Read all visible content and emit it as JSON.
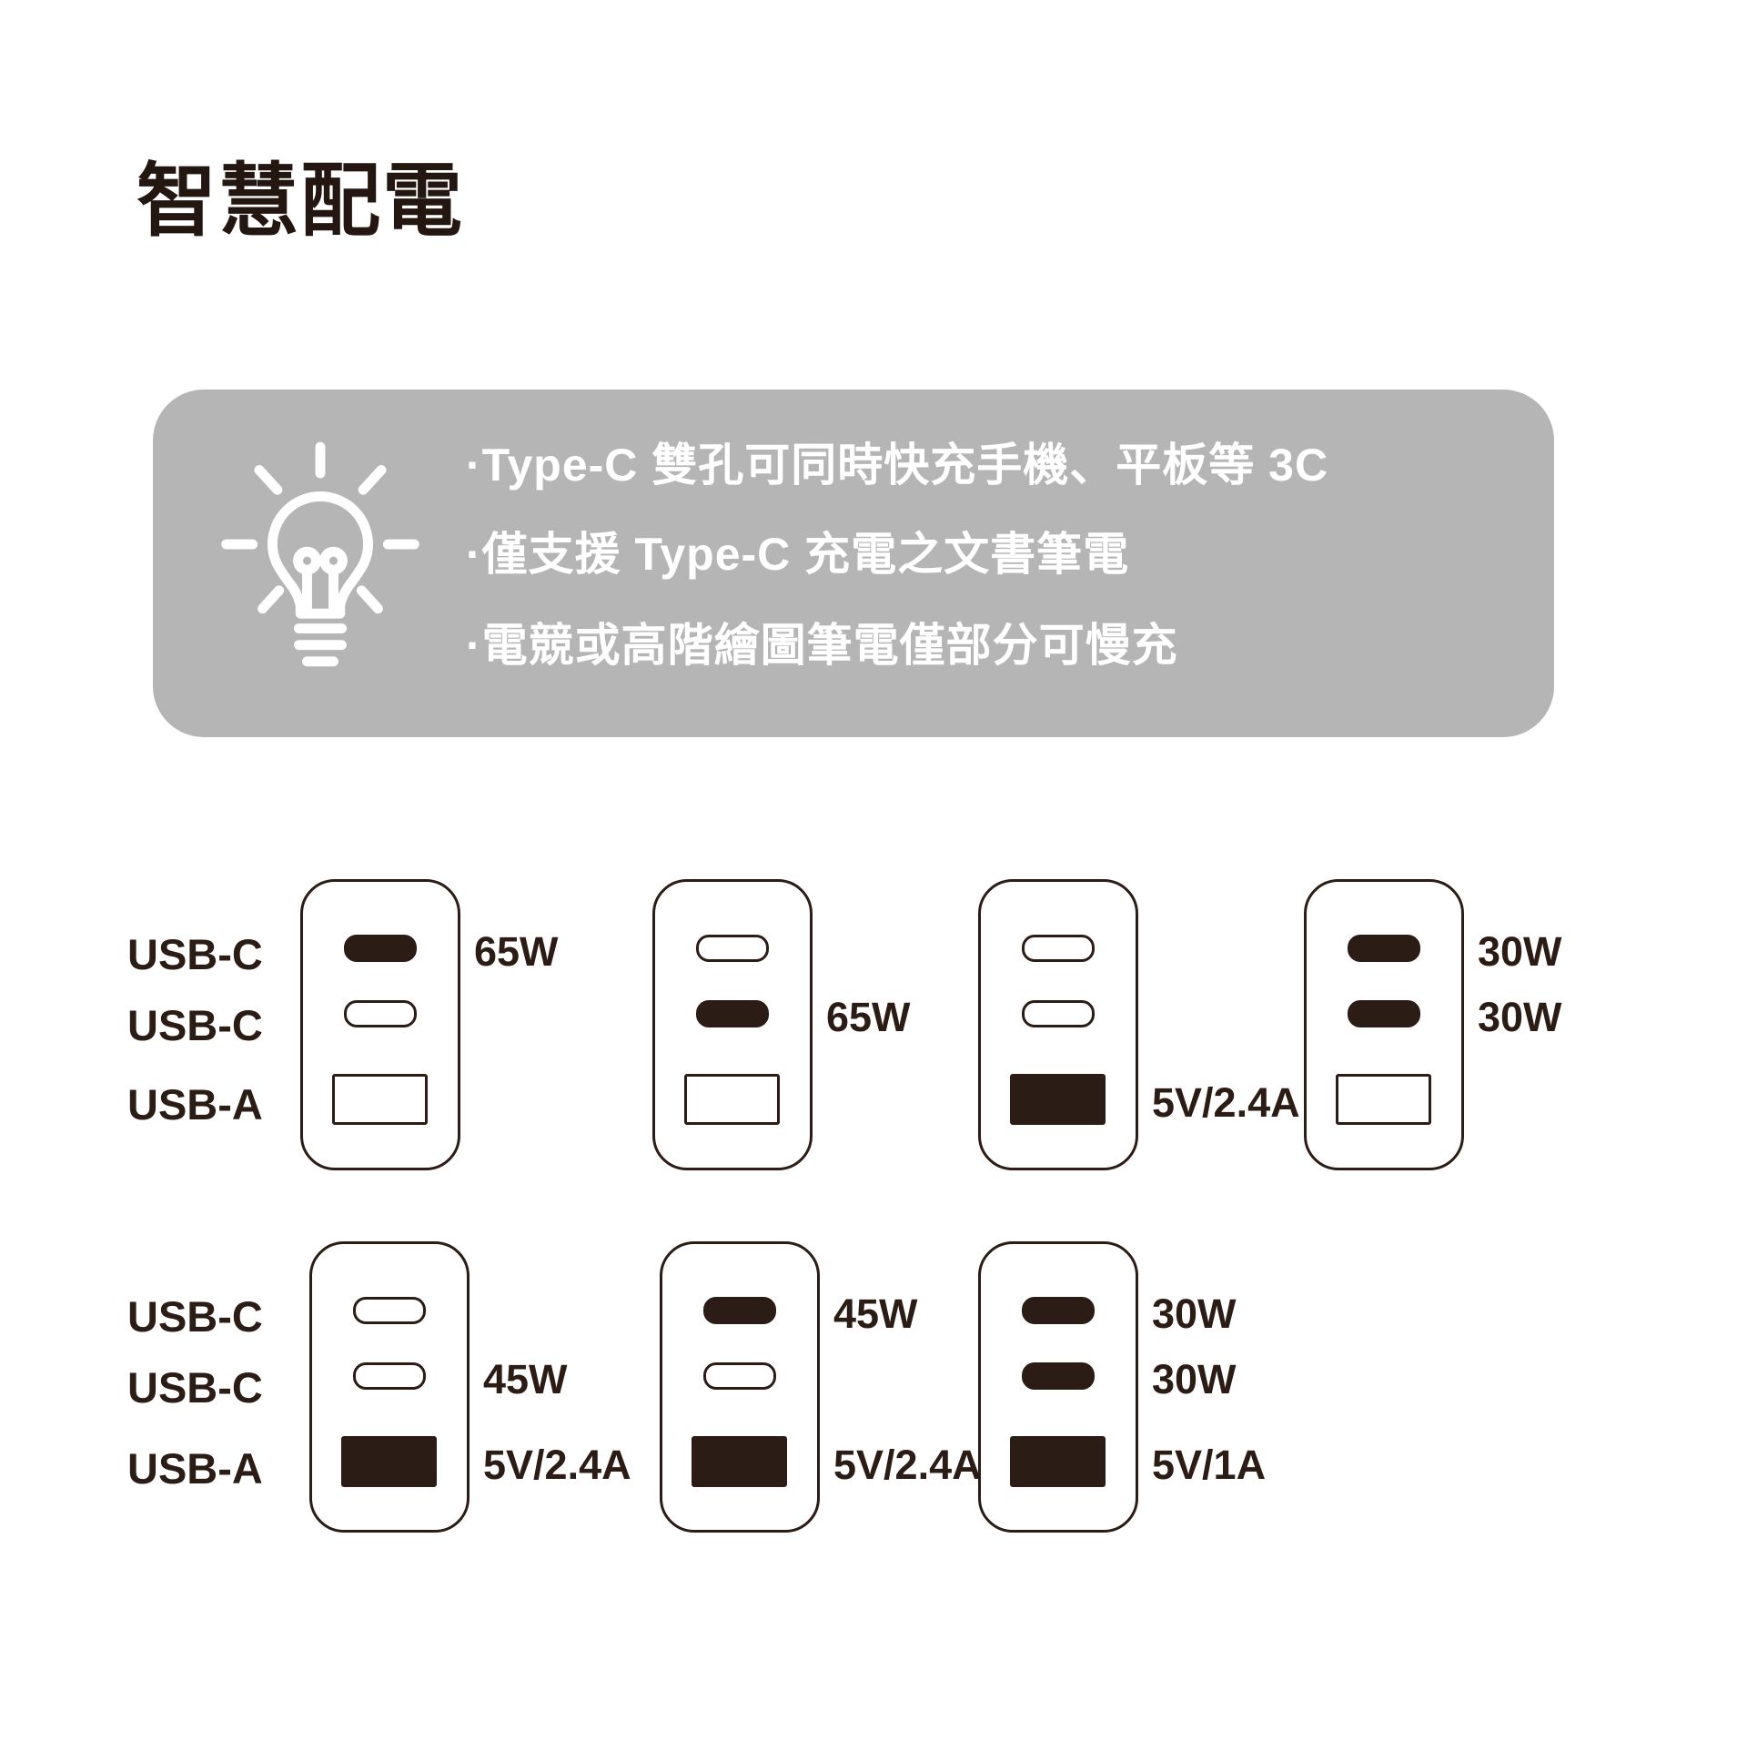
{
  "title": "智慧配電",
  "colors": {
    "background": "#ffffff",
    "ink": "#2b1d15",
    "notice_box": "#b5b5b5",
    "notice_text": "#ffffff"
  },
  "notice": {
    "icon": "lightbulb-icon",
    "bullets": [
      "·Type-C 雙孔可同時快充手機、平板等 3C",
      "·僅支援 Type-C 充電之文書筆電",
      "·電競或高階繪圖筆電僅部分可慢充"
    ]
  },
  "port_column_labels": {
    "row1": [
      "USB-C",
      "USB-C",
      "USB-A"
    ],
    "row2": [
      "USB-C",
      "USB-C",
      "USB-A"
    ]
  },
  "chargers": [
    {
      "name": "config-1",
      "ports": [
        {
          "type": "USB-C",
          "state": "filled",
          "label": "65W"
        },
        {
          "type": "USB-C",
          "state": "outline",
          "label": ""
        },
        {
          "type": "USB-A",
          "state": "outline",
          "label": ""
        }
      ]
    },
    {
      "name": "config-2",
      "ports": [
        {
          "type": "USB-C",
          "state": "outline",
          "label": ""
        },
        {
          "type": "USB-C",
          "state": "filled",
          "label": "65W"
        },
        {
          "type": "USB-A",
          "state": "outline",
          "label": ""
        }
      ]
    },
    {
      "name": "config-3",
      "ports": [
        {
          "type": "USB-C",
          "state": "outline",
          "label": ""
        },
        {
          "type": "USB-C",
          "state": "outline",
          "label": ""
        },
        {
          "type": "USB-A",
          "state": "filled",
          "label": "5V/2.4A"
        }
      ]
    },
    {
      "name": "config-4",
      "ports": [
        {
          "type": "USB-C",
          "state": "filled",
          "label": "30W"
        },
        {
          "type": "USB-C",
          "state": "filled",
          "label": "30W"
        },
        {
          "type": "USB-A",
          "state": "outline",
          "label": ""
        }
      ]
    },
    {
      "name": "config-5",
      "ports": [
        {
          "type": "USB-C",
          "state": "outline",
          "label": ""
        },
        {
          "type": "USB-C",
          "state": "outline",
          "label": "45W"
        },
        {
          "type": "USB-A",
          "state": "filled",
          "label": "5V/2.4A"
        }
      ]
    },
    {
      "name": "config-6",
      "ports": [
        {
          "type": "USB-C",
          "state": "filled",
          "label": "45W"
        },
        {
          "type": "USB-C",
          "state": "outline",
          "label": ""
        },
        {
          "type": "USB-A",
          "state": "filled",
          "label": "5V/2.4A"
        }
      ]
    },
    {
      "name": "config-7",
      "ports": [
        {
          "type": "USB-C",
          "state": "filled",
          "label": "30W"
        },
        {
          "type": "USB-C",
          "state": "filled",
          "label": "30W"
        },
        {
          "type": "USB-A",
          "state": "filled",
          "label": "5V/1A"
        }
      ]
    }
  ]
}
